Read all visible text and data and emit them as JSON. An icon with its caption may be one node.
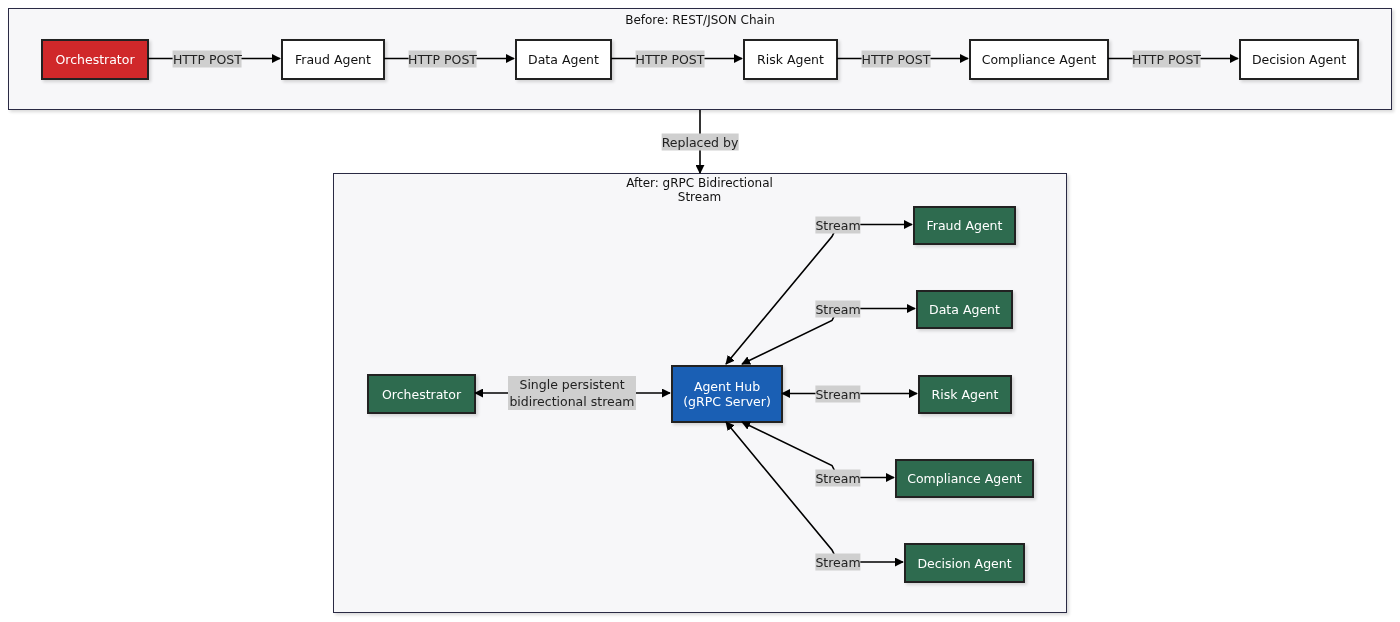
{
  "diagram": {
    "nodes": [
      {
        "text": [
          "Before: REST/JSON Chain"
        ]
      },
      {
        "text": [
          "Orchestrator"
        ],
        "in": 0
      },
      {
        "text": [
          "Fraud Agent"
        ],
        "in": 0
      },
      {
        "text": [
          "Data Agent"
        ],
        "in": 0
      },
      {
        "text": [
          "Risk Agent"
        ],
        "in": 0
      },
      {
        "text": [
          "Compliance Agent"
        ],
        "in": 0
      },
      {
        "text": [
          "Decision Agent"
        ],
        "in": 0
      },
      {
        "text": [
          "After: gRPC Bidirectional Stream"
        ]
      },
      {
        "text": [
          "Orchestrator"
        ],
        "in": 7
      },
      {
        "text": [
          "Agent Hub (gRPC Server)"
        ],
        "in": 7
      },
      {
        "text": [
          "Fraud Agent"
        ],
        "in": 7
      },
      {
        "text": [
          "Data Agent"
        ],
        "in": 7
      },
      {
        "text": [
          "Risk Agent"
        ],
        "in": 7
      },
      {
        "text": [
          "Compliance Agent"
        ],
        "in": 7
      },
      {
        "text": [
          "Decision Agent"
        ],
        "in": 7
      }
    ],
    "edges": [
      {
        "from": 1,
        "to": 2,
        "arrow": "to",
        "label": "HTTP POST"
      },
      {
        "from": 2,
        "to": 3,
        "arrow": "to",
        "label": "HTTP POST"
      },
      {
        "from": 3,
        "to": 4,
        "arrow": "to",
        "label": "HTTP POST"
      },
      {
        "from": 4,
        "to": 5,
        "arrow": "to",
        "label": "HTTP POST"
      },
      {
        "from": 5,
        "to": 6,
        "arrow": "to",
        "label": "HTTP POST"
      },
      {
        "from": 0,
        "to": 7,
        "arrow": "to",
        "label": "Replaced by"
      },
      {
        "from": 8,
        "to": 9,
        "arrow": "both",
        "label": "Single persistent bidirectional stream"
      },
      {
        "from": 9,
        "to": 10,
        "arrow": "both",
        "label": "Stream"
      },
      {
        "from": 9,
        "to": 11,
        "arrow": "both",
        "label": "Stream"
      },
      {
        "from": 9,
        "to": 12,
        "arrow": "both",
        "label": "Stream"
      },
      {
        "from": 9,
        "to": 13,
        "arrow": "both",
        "label": "Stream"
      },
      {
        "from": 9,
        "to": 14,
        "arrow": "both",
        "label": "Stream"
      }
    ]
  }
}
